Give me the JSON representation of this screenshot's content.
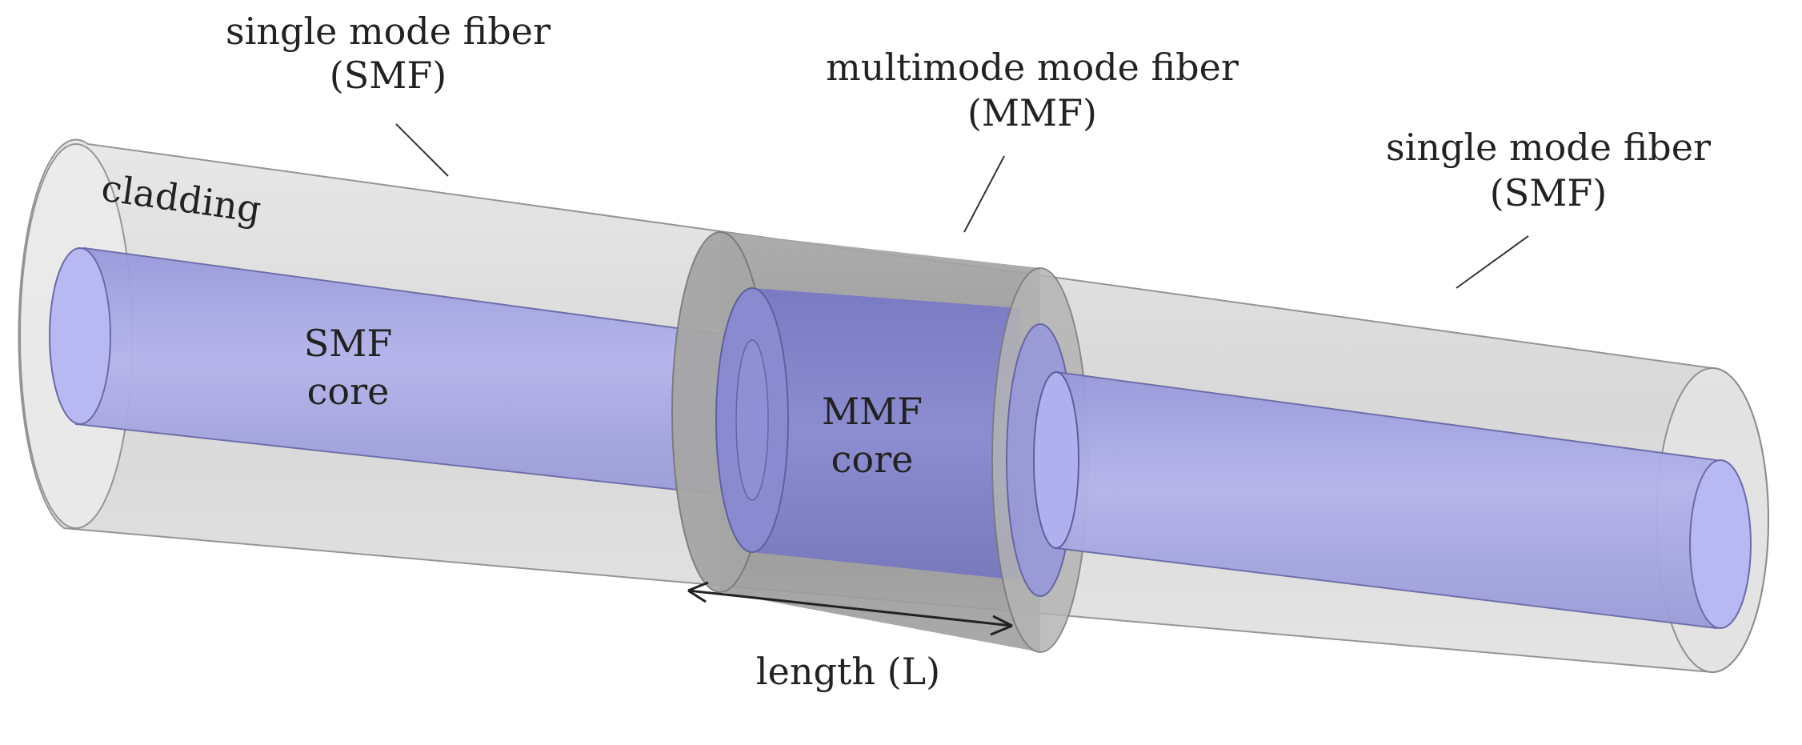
{
  "labels": {
    "smf_left_line1": "single mode fiber",
    "smf_left_line2": "(SMF)",
    "mmf_line1": "multimode mode fiber",
    "mmf_line2": "(MMF)",
    "smf_right_line1": "single mode fiber",
    "smf_right_line2": "(SMF)",
    "cladding": "cladding",
    "smf_core_line1": "SMF",
    "smf_core_line2": "core",
    "mmf_core_line1": "MMF",
    "mmf_core_line2": "core",
    "length": "length (L)"
  },
  "colors": {
    "cladding_fill": "#dcdcdc",
    "cladding_end": "#e6e6e6",
    "core_fill": "#a9a9e4",
    "core_end": "#b7b7f2",
    "mmf_cladding": "#9a9a9a",
    "mmf_core": "#8585cf",
    "outline": "#7a7a7a",
    "text": "#222222"
  }
}
